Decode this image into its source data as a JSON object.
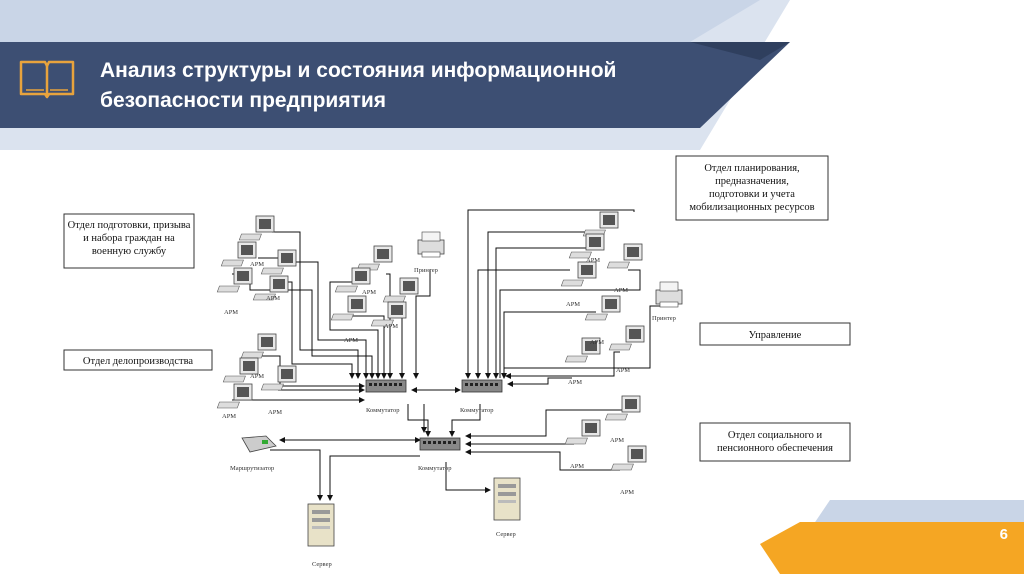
{
  "slide": {
    "title_line1": "Анализ структуры и состояния информационной",
    "title_line2": "безопасности предприятия",
    "page_number": "6",
    "book_icon": "book-icon"
  },
  "diagram": {
    "departments": {
      "recruitment": [
        "Отдел подготовки, призыва",
        "и набора граждан на",
        "военную службу"
      ],
      "records": [
        "Отдел делопроизводства"
      ],
      "planning": [
        "Отдел планирования,",
        "предназначения,",
        "подготовки и учета",
        "мобилизационных ресурсов"
      ],
      "management": [
        "Управление"
      ],
      "social": [
        "Отдел социального и",
        "пенсионного обеспечения"
      ]
    },
    "labels": {
      "workstation": "АРМ",
      "printer": "Принтер",
      "switch": "Коммутатор",
      "router": "Маршрутизатор",
      "server": "Сервер"
    }
  },
  "colors": {
    "header_bar": "#3d4f73",
    "light_band": "#c8d4e6",
    "accent_orange": "#f5a623",
    "icon_orange": "#e8a33d"
  }
}
